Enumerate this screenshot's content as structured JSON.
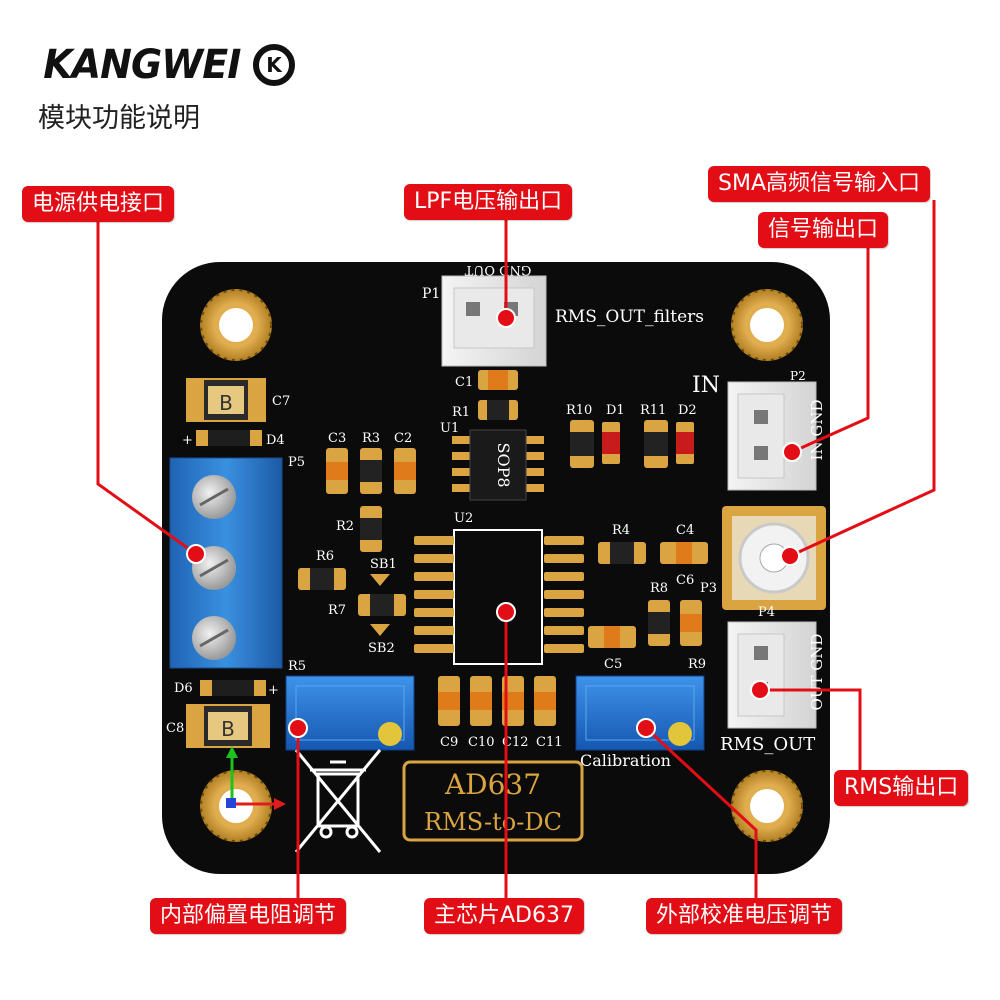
{
  "header": {
    "brand": "KANGWEI",
    "brand_mark": "K",
    "subtitle": "模块功能说明"
  },
  "callouts": {
    "power": "电源供电接口",
    "lpf": "LPF电压输出口",
    "sma_input": "SMA高频信号输入口",
    "signal_out": "信号输出口",
    "rms_out": "RMS输出口",
    "bias": "内部偏置电阻调节",
    "chip": "主芯片AD637",
    "calib": "外部校准电压调节"
  },
  "silkscreen": {
    "p1": "P1",
    "p1_pins": "GND OUT",
    "rms_filters": "RMS_OUT_filters",
    "in": "IN",
    "p2": "P2",
    "p2_pins": "IN GND",
    "p4": "P4",
    "p4_pins": "OUT GND",
    "rms_out": "RMS_OUT",
    "p5": "P5",
    "c7": "C7",
    "d4": "D4",
    "c3": "C3",
    "r3": "R3",
    "c2": "C2",
    "c1": "C1",
    "r1": "R1",
    "u1": "U1",
    "u1_label": "SOP8",
    "r10": "R10",
    "d1": "D1",
    "r11": "R11",
    "d2": "D2",
    "r2": "R2",
    "u2": "U2",
    "r4": "R4",
    "c4": "C4",
    "r6": "R6",
    "sb1": "SB1",
    "r7": "R7",
    "sb2": "SB2",
    "r8": "R8",
    "c6": "C6",
    "p3": "P3",
    "c5": "C5",
    "r9": "R9",
    "r5": "R5",
    "d6": "D6",
    "c8": "C8",
    "c9": "C9",
    "c10": "C10",
    "c12": "C12",
    "c11": "C11",
    "calibration": "Calibration",
    "ad637": "AD637",
    "rms_to_dc": "RMS-to-DC",
    "cap_b": "B",
    "plus": "+"
  },
  "colors": {
    "accent": "#e30d16",
    "pcb": "#0b0b0b",
    "pad_gold": "#d9a441",
    "terminal_blue": "#2b7fd0",
    "pot_blue": "#1a6fd6",
    "silk_white": "#ffffff",
    "ad637_gold": "#d9a441"
  }
}
